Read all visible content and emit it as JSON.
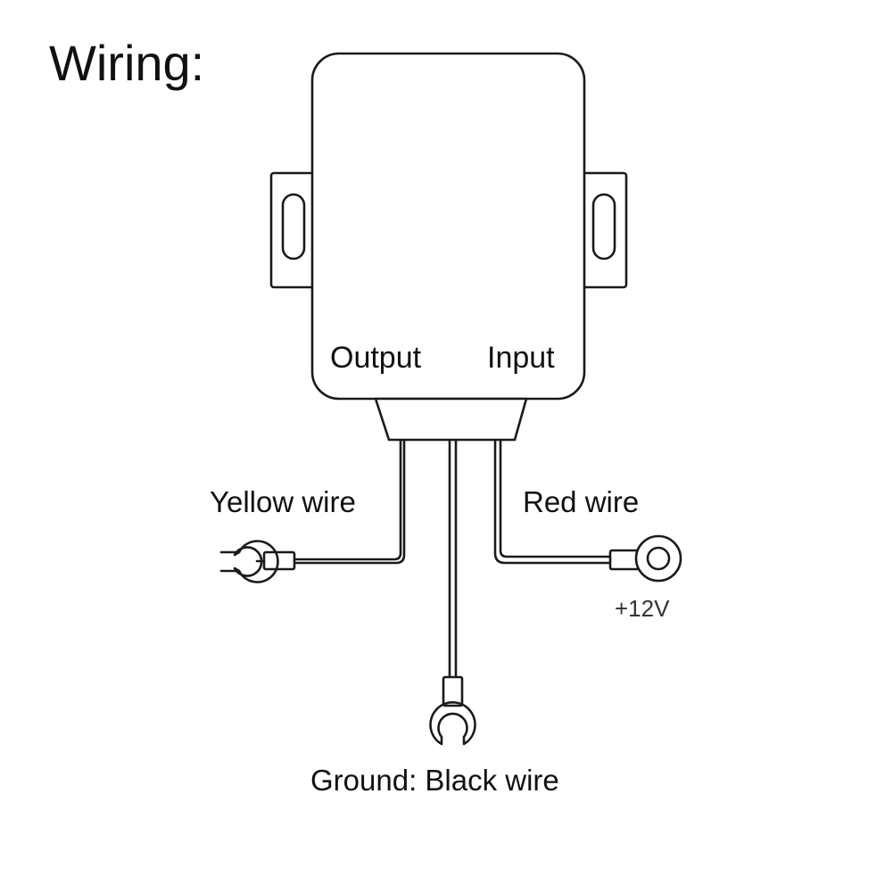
{
  "title": "Wiring:",
  "ports": {
    "output": "Output",
    "input": "Input"
  },
  "wires": {
    "yellow": "Yellow wire",
    "red": "Red wire",
    "ground": "Ground: Black wire"
  },
  "voltage": "+12V"
}
